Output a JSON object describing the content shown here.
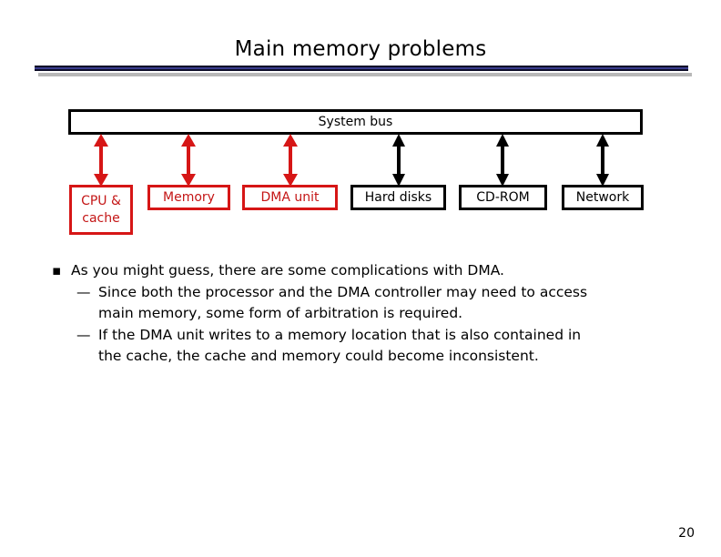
{
  "slide": {
    "title": "Main memory problems",
    "page_number": "20",
    "accent_color": "#393c8c",
    "red_color": "#c41616",
    "black_color": "#000000"
  },
  "diagram": {
    "bus": {
      "label": "System bus"
    },
    "connectors": [
      {
        "name": "cpu-connector",
        "color": "#d61616"
      },
      {
        "name": "memory-connector",
        "color": "#d61616"
      },
      {
        "name": "dma-connector",
        "color": "#d61616"
      },
      {
        "name": "hard-disks-connector",
        "color": "#000000"
      },
      {
        "name": "cd-rom-connector",
        "color": "#000000"
      },
      {
        "name": "network-connector",
        "color": "#000000"
      }
    ],
    "nodes": [
      {
        "label": "CPU & cache",
        "color": "red"
      },
      {
        "label": "Memory",
        "color": "red"
      },
      {
        "label": "DMA unit",
        "color": "red"
      },
      {
        "label": "Hard disks",
        "color": "black"
      },
      {
        "label": "CD-ROM",
        "color": "black"
      },
      {
        "label": "Network",
        "color": "black"
      }
    ]
  },
  "body": {
    "bullet_marker_level1": "▪",
    "bullet_marker_level2": "—",
    "items": [
      {
        "level": 1,
        "text": "As you might guess, there are some complications with DMA."
      },
      {
        "level": 2,
        "line1": "Since both the processor and the DMA controller may need to access",
        "line2": "main memory, some form of arbitration is required."
      },
      {
        "level": 2,
        "line1": "If the DMA unit writes to a memory location that is also contained in",
        "line2": "the cache, the cache and memory could become inconsistent."
      }
    ]
  }
}
